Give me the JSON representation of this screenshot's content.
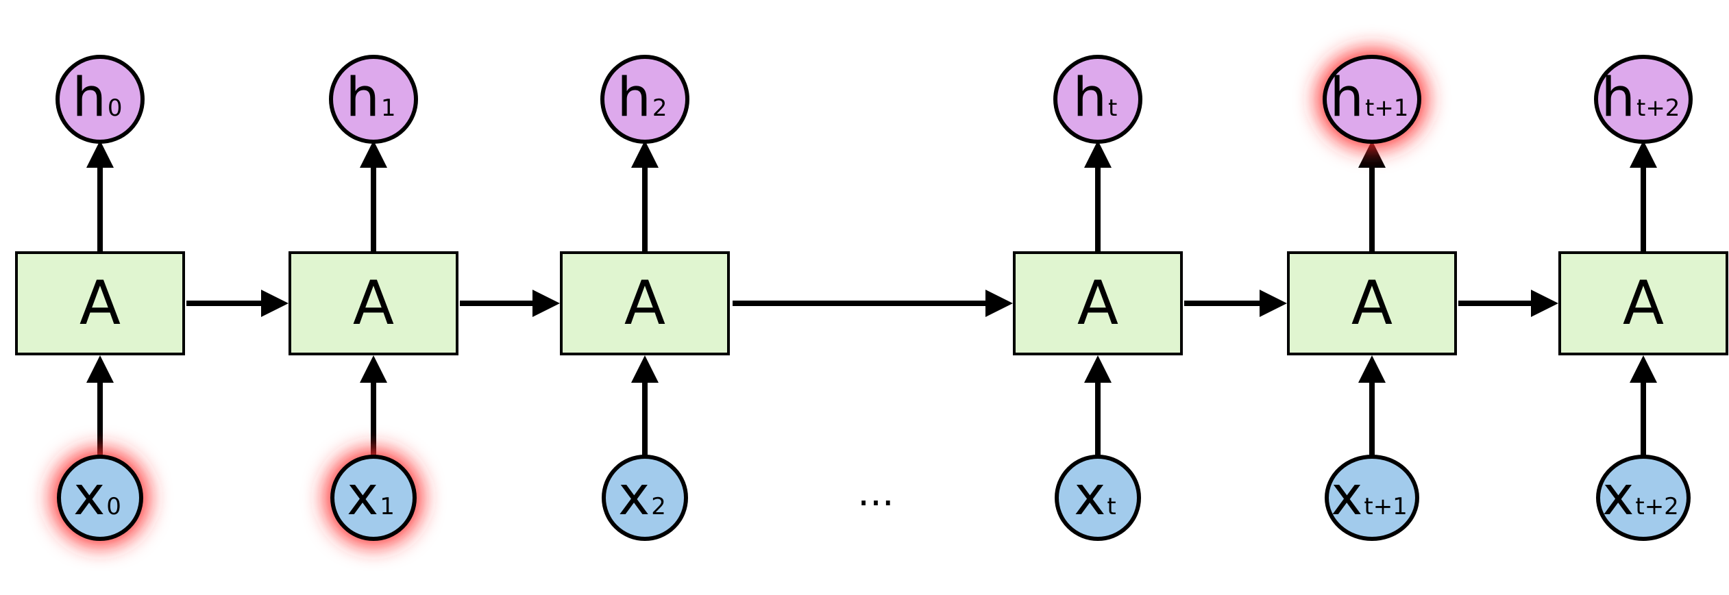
{
  "colors": {
    "cell_fill": "#e0f5d0",
    "hidden_fill": "#dda9ec",
    "input_fill": "#a2cbec",
    "highlight_glow": "#ff2a2a",
    "stroke": "#000000"
  },
  "ellipsis": "...",
  "columns": [
    {
      "cell": {
        "label": "A"
      },
      "hidden": {
        "letter": "h",
        "sub": "0",
        "highlighted": false
      },
      "input": {
        "letter": "x",
        "sub": "0",
        "highlighted": true
      }
    },
    {
      "cell": {
        "label": "A"
      },
      "hidden": {
        "letter": "h",
        "sub": "1",
        "highlighted": false
      },
      "input": {
        "letter": "x",
        "sub": "1",
        "highlighted": true
      }
    },
    {
      "cell": {
        "label": "A"
      },
      "hidden": {
        "letter": "h",
        "sub": "2",
        "highlighted": false
      },
      "input": {
        "letter": "x",
        "sub": "2",
        "highlighted": false
      }
    },
    {
      "cell": {
        "label": "A"
      },
      "hidden": {
        "letter": "h",
        "sub": "t",
        "highlighted": false
      },
      "input": {
        "letter": "x",
        "sub": "t",
        "highlighted": false
      }
    },
    {
      "cell": {
        "label": "A"
      },
      "hidden": {
        "letter": "h",
        "sub": "t+1",
        "highlighted": true
      },
      "input": {
        "letter": "x",
        "sub": "t+1",
        "highlighted": false
      }
    },
    {
      "cell": {
        "label": "A"
      },
      "hidden": {
        "letter": "h",
        "sub": "t+2",
        "highlighted": false
      },
      "input": {
        "letter": "x",
        "sub": "t+2",
        "highlighted": false
      }
    }
  ]
}
